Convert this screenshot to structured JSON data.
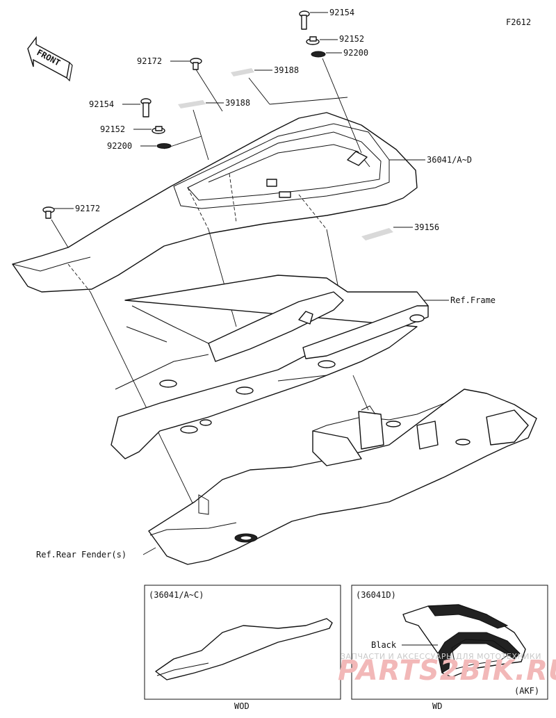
{
  "diagram_code": "F2612",
  "front_label": "FRONT",
  "callouts": {
    "bolt_top": "92154",
    "washer_top": "92152",
    "grommet_top": "92200",
    "bolt_top_left": "92172",
    "label_upper": "39188",
    "label_lower": "39188",
    "bolt_left": "92154",
    "washer_left": "92152",
    "grommet_left": "92200",
    "bolt_far_left": "92172",
    "seat_cover": "36041/A~D",
    "label_rear": "39156"
  },
  "references": {
    "frame": "Ref.Frame",
    "rear_fender": "Ref.Rear Fender(s)"
  },
  "insets": [
    {
      "title": "(36041/A~C)",
      "color_code": "WOD"
    },
    {
      "title": "(36041D)",
      "color_code": "WD",
      "color_label": "Black",
      "market": "(AKF)"
    }
  ],
  "watermark": {
    "tagline": "ЗАПЧАСТИ И АКСЕССУАРЫ ДЛЯ МОТОТЕХНИКИ",
    "brand": "PARTS2BIK.RU"
  }
}
